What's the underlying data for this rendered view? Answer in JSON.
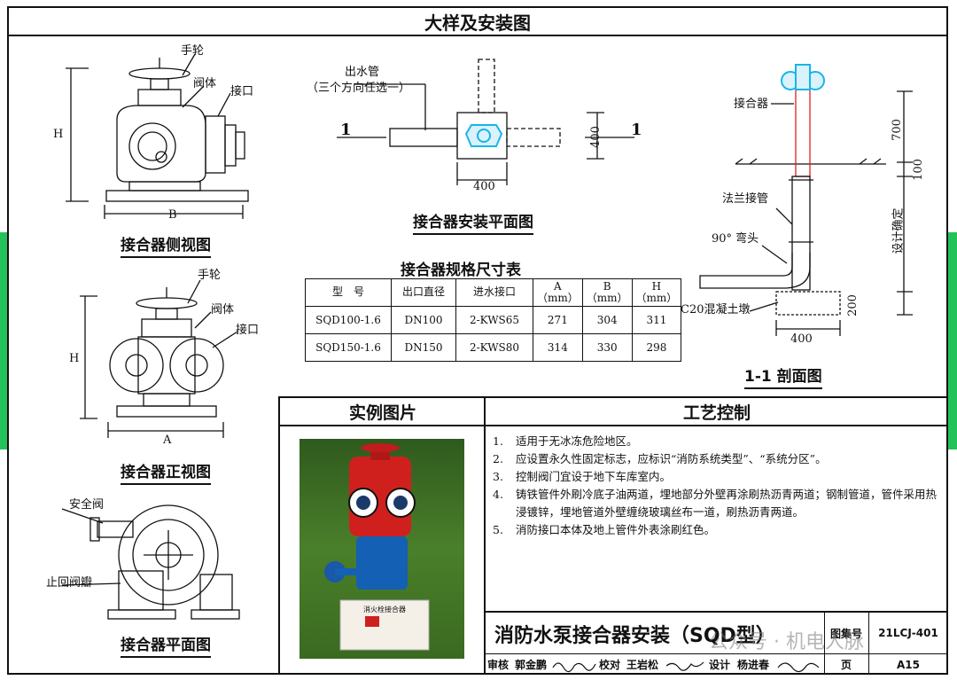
{
  "page": {
    "title": "大样及安装图"
  },
  "side_view": {
    "labels": {
      "handwheel": "手轮",
      "valve_body": "阀体",
      "port": "接口",
      "h": "H",
      "b": "B"
    },
    "caption": "接合器侧视图"
  },
  "front_view": {
    "labels": {
      "handwheel": "手轮",
      "valve_body": "阀体",
      "port": "接口",
      "h": "H",
      "a": "A"
    },
    "caption": "接合器正视图"
  },
  "plan_view": {
    "labels": {
      "safety_valve": "安全阀",
      "check_valve": "止回阀瓣"
    },
    "caption": "接合器平面图"
  },
  "install_plan": {
    "labels": {
      "outlet": "出水管",
      "outlet_note": "（三个方向任选一）",
      "sec_left": "1",
      "sec_right": "1",
      "dim_400_v": "400",
      "dim_400_h": "400"
    },
    "caption": "接合器安装平面图"
  },
  "section": {
    "labels": {
      "connector": "接合器",
      "flange": "法兰接管",
      "elbow": "90° 弯头",
      "concrete": "C20混凝土墩",
      "dim_700": "700",
      "dim_100": "100",
      "dim_design": "设计确定",
      "dim_200": "200",
      "dim_400": "400"
    },
    "caption": "1-1 剖面图"
  },
  "spec_table": {
    "title": "接合器规格尺寸表",
    "headers": [
      "型　号",
      "出口直径",
      "进水接口",
      "A（mm）",
      "B（mm）",
      "H（mm）"
    ],
    "rows": [
      [
        "SQD100-1.6",
        "DN100",
        "2-KWS65",
        "271",
        "304",
        "311"
      ],
      [
        "SQD150-1.6",
        "DN150",
        "2-KWS80",
        "314",
        "330",
        "298"
      ]
    ]
  },
  "example": {
    "title": "实例图片",
    "sign_text": "消火栓接合器"
  },
  "process": {
    "title": "工艺控制",
    "notes": [
      {
        "num": "1.",
        "text": "适用于无冰冻危险地区。"
      },
      {
        "num": "2.",
        "text": "应设置永久性固定标志，应标识“消防系统类型”、“系统分区”。"
      },
      {
        "num": "3.",
        "text": "控制阀门宜设于地下车库室内。"
      },
      {
        "num": "4.",
        "text": "铸铁管件外刷冷底子油两道，埋地部分外壁再涂刷热沥青两道；钢制管道，管件采用热浸镀锌，埋地管道外壁缠绕玻璃丝布一道，刷热沥青两道。"
      },
      {
        "num": "5.",
        "text": "消防接口本体及地上管件外表涂刷红色。"
      }
    ]
  },
  "title_block": {
    "title": "消防水泵接合器安装（SQD型）",
    "atlas_label": "图集号",
    "atlas_no": "21LCJ-401",
    "review_label": "审核",
    "reviewer": "郭金鹏",
    "check_label": "校对",
    "checker": "王岩松",
    "design_label": "设计",
    "designer": "杨进春",
    "page_label": "页",
    "page_no": "A15"
  },
  "watermark": "公众号 · 机电人脉",
  "colors": {
    "pipe_red": "#e02020",
    "connector_cyan": "#19b5e8",
    "hydrant_red": "#d0201e",
    "hydrant_blue": "#1460b4",
    "green_band": "#23c25a"
  }
}
